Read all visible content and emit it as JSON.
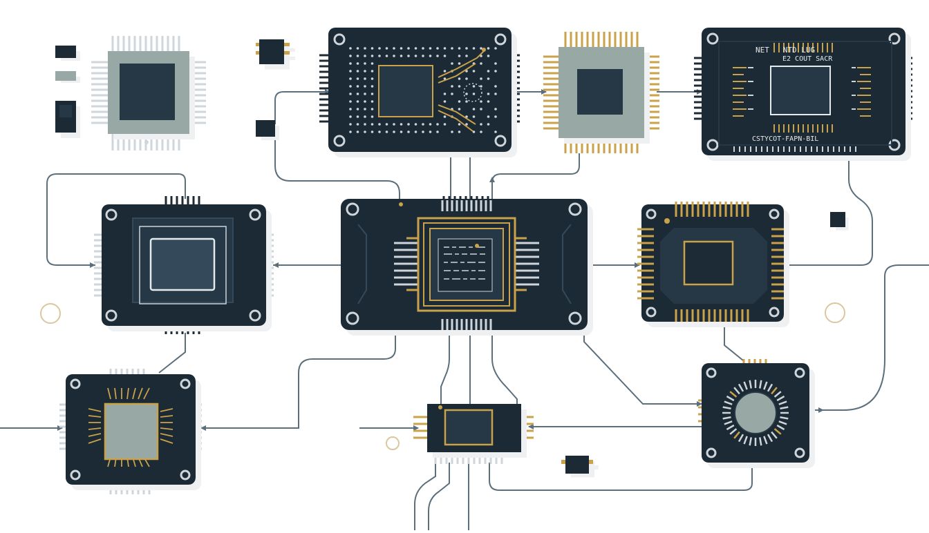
{
  "colors": {
    "background": "#ffffff",
    "board": "#1c2b36",
    "board_inner": "#263845",
    "trace": "#5b6e7b",
    "gold": "#c9a24a",
    "pin_light": "#cfd6db",
    "gray_chip": "#98a8a4",
    "silkscreen": "#e6ebee",
    "shadow": "#e3e6e8"
  },
  "labels": {
    "top_right_line1": "NET   NTD LUG",
    "top_right_line2": "E2 COUT SACR",
    "top_right_bottom": "CSTYCOT-FAPN-BIL"
  },
  "icons": [
    "mounting-hole-icon",
    "chip-icon",
    "pad-icon",
    "via-icon"
  ]
}
